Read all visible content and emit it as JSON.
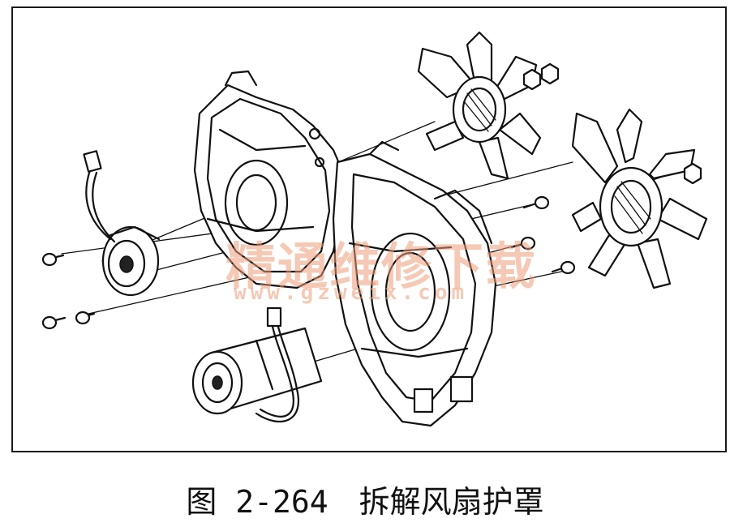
{
  "caption": {
    "figure_number": "图 2-264",
    "title": "拆解风扇护罩"
  },
  "watermark": {
    "title": "精通维修下载",
    "url": "www.gzweix.com",
    "color": "#ec9c78"
  },
  "parts": {
    "icons": [
      "fan-motor-icon",
      "fan-blade-icon",
      "fan-shroud-icon",
      "bolt-icon",
      "nut-icon",
      "wire-connector-icon"
    ]
  }
}
